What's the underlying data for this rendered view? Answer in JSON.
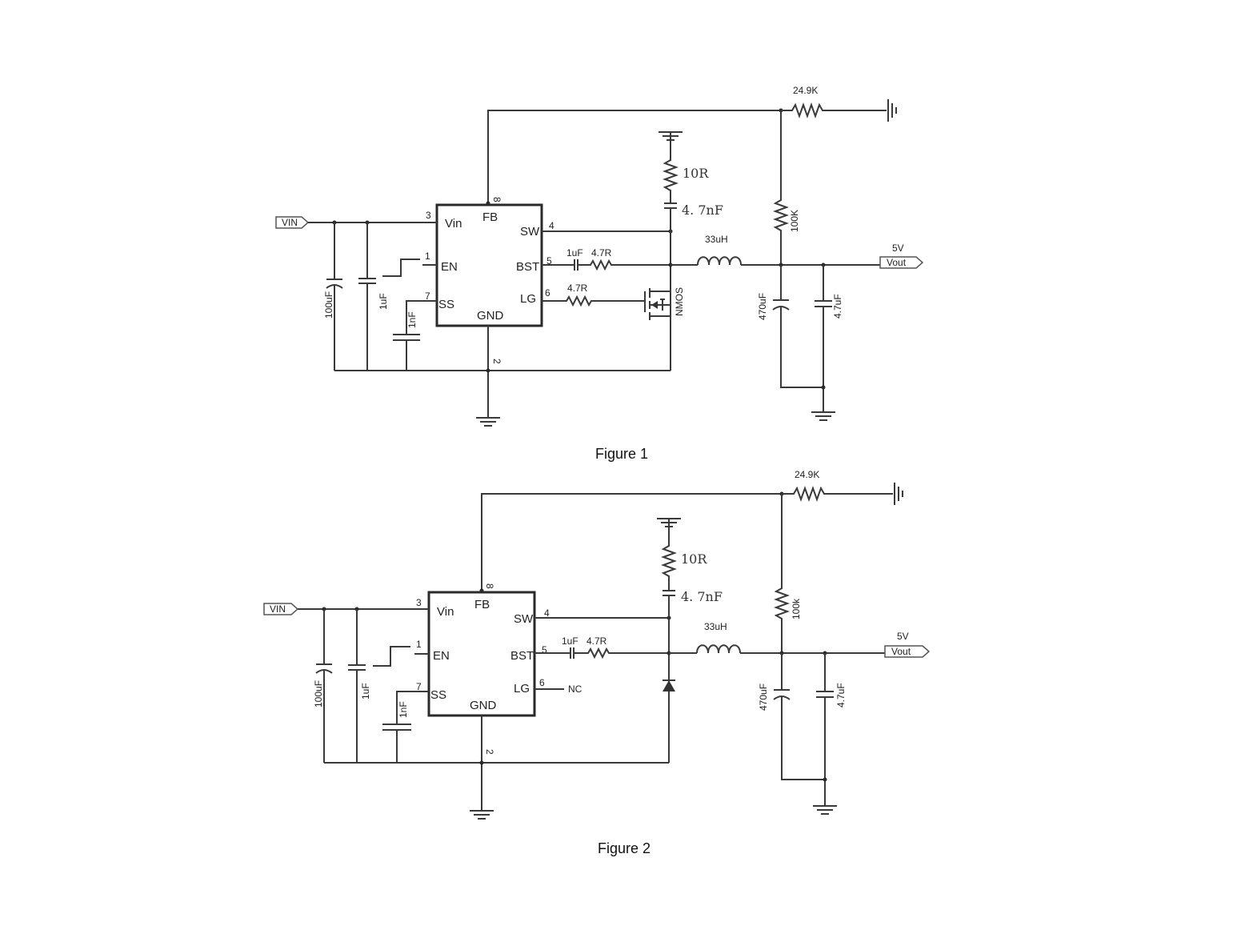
{
  "figures": [
    {
      "caption": "Figure 1",
      "chip": {
        "pins": {
          "vin": {
            "name": "Vin",
            "num": "3"
          },
          "en": {
            "name": "EN",
            "num": "1"
          },
          "ss": {
            "name": "SS",
            "num": "7"
          },
          "gnd": {
            "name": "GND",
            "num": "2"
          },
          "fb": {
            "name": "FB",
            "num": "8"
          },
          "sw": {
            "name": "SW",
            "num": "4"
          },
          "bst": {
            "name": "BST",
            "num": "5"
          },
          "lg": {
            "name": "LG",
            "num": "6"
          }
        }
      },
      "input_port": "VIN",
      "output_port": "Vout",
      "output_voltage": "5V",
      "c_in_bulk": "100uF",
      "c_in": "1uF",
      "c_ss": "1nF",
      "c_boot": "1uF",
      "r_boot": "4.7R",
      "r_gate": "4.7R",
      "lowside": "NMOS",
      "r_snubber": "10R",
      "c_snubber": "4. 7nF",
      "inductor": "33uH",
      "r_fb_top": "100K",
      "r_fb_bottom": "24.9K",
      "c_out_bulk": "470uF",
      "c_out": "4.7uF"
    },
    {
      "caption": "Figure 2",
      "chip": {
        "pins": {
          "vin": {
            "name": "Vin",
            "num": "3"
          },
          "en": {
            "name": "EN",
            "num": "1"
          },
          "ss": {
            "name": "SS",
            "num": "7"
          },
          "gnd": {
            "name": "GND",
            "num": "2"
          },
          "fb": {
            "name": "FB",
            "num": "8"
          },
          "sw": {
            "name": "SW",
            "num": "4"
          },
          "bst": {
            "name": "BST",
            "num": "5"
          },
          "lg": {
            "name": "LG",
            "num": "6"
          }
        }
      },
      "input_port": "VIN",
      "output_port": "Vout",
      "output_voltage": "5V",
      "c_in_bulk": "100uF",
      "c_in": "1uF",
      "c_ss": "1nF",
      "c_boot": "1uF",
      "r_boot": "4.7R",
      "lg_nc": "NC",
      "r_snubber": "10R",
      "c_snubber": "4. 7nF",
      "inductor": "33uH",
      "r_fb_top": "100k",
      "r_fb_bottom": "24.9K",
      "c_out_bulk": "470uF",
      "c_out": "4.7uF"
    }
  ]
}
